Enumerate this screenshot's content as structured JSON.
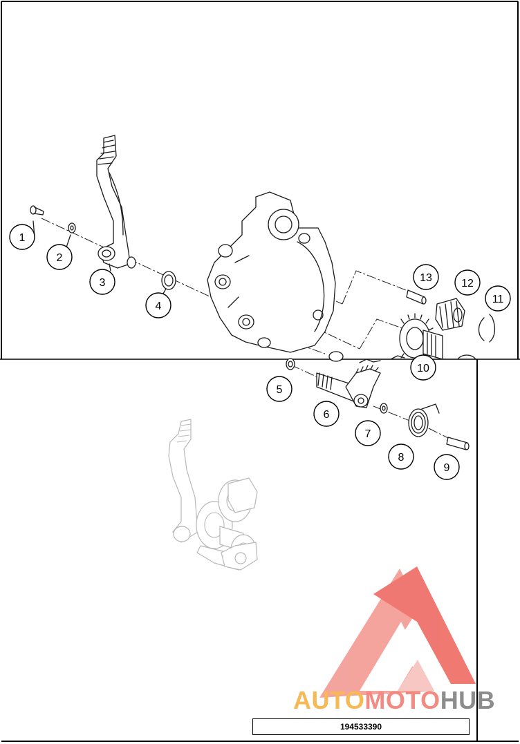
{
  "diagram": {
    "callouts": [
      {
        "label": "1"
      },
      {
        "label": "2"
      },
      {
        "label": "3"
      },
      {
        "label": "4"
      },
      {
        "label": "5"
      },
      {
        "label": "6"
      },
      {
        "label": "7"
      },
      {
        "label": "8"
      },
      {
        "label": "9"
      },
      {
        "label": "10"
      },
      {
        "label": "11"
      },
      {
        "label": "12"
      },
      {
        "label": "13"
      }
    ],
    "reference_number": "194533390"
  },
  "watermark": {
    "text": "AUTOMOTOHUB",
    "parts": [
      "AUTO",
      "MOTO",
      "HUB"
    ],
    "colors": {
      "auto": "#f7b955",
      "moto": "#f28b82",
      "hub": "#8c8c8c",
      "logo": "#ee6b63"
    }
  }
}
